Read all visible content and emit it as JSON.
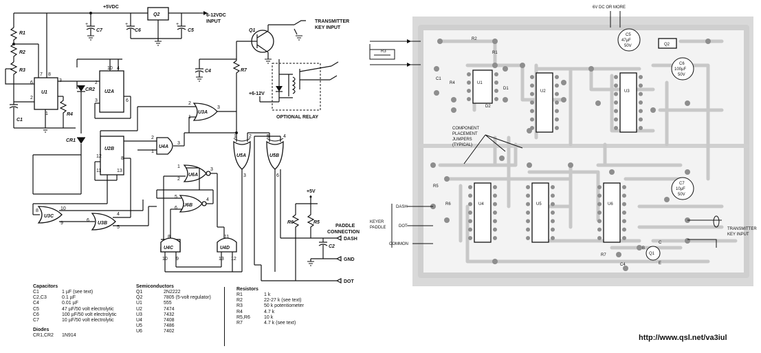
{
  "schematic": {
    "labels": {
      "vcc": "+5VDC",
      "input_line1": "6-12VDC",
      "input_line2": "INPUT",
      "tx_line1": "TRANSMITTER",
      "tx_line2": "KEY INPUT",
      "relay_supply": "+6-12V",
      "optional_relay": "OPTIONAL RELAY",
      "plus5": "+5V",
      "paddle_line1": "PADDLE",
      "paddle_line2": "CONNECTION",
      "dash": "DASH",
      "gnd": "GND",
      "dot": "DOT"
    },
    "refs": {
      "r1": "R1",
      "r2": "R2",
      "r3": "R3",
      "r4": "R4",
      "r5": "R5",
      "r6": "R6",
      "r7": "R7",
      "c1": "C1",
      "c2": "C2",
      "c4": "C4",
      "c5": "C5",
      "c6": "C6",
      "c7": "C7",
      "q1": "Q1",
      "q2": "Q2",
      "cr1": "CR1",
      "cr2": "CR2",
      "u1": "U1",
      "u2a": "U2A",
      "u2b": "U2B",
      "u3a": "U3A",
      "u3b": "U3B",
      "u3c": "U3C",
      "u4a": "U4A",
      "u4c": "U4C",
      "u4d": "U4D",
      "u5a": "U5A",
      "u5b": "U5B",
      "u6a": "U6A",
      "u6b": "U6B"
    },
    "pins": {
      "u1_7": "7",
      "u1_8": "8",
      "u1_3": "3",
      "u1_6": "6",
      "u1_2": "2",
      "u1_1": "1",
      "u2a_10": "10",
      "u2a_4": "4",
      "u2a_2": "2",
      "u2a_3": "3",
      "u2a_6": "6",
      "u3a_2": "2",
      "u3a_1": "1",
      "u3a_3": "3",
      "u2b_12": "12",
      "u2b_11": "11",
      "u2b_8": "8",
      "u2b_13": "13",
      "u4a_2": "2",
      "u4a_1": "1",
      "u4a_3": "3",
      "u5a_1": "1",
      "u5a_2": "2",
      "u5a_3": "3",
      "u5b_5": "5",
      "u5b_4": "4",
      "u5b_6": "6",
      "u6a_1": "1",
      "u6a_2": "2",
      "u6a_3": "3",
      "u6b_5": "5",
      "u6b_6": "6",
      "u6b_4": "4",
      "u3c_8": "8",
      "u3c_10": "10",
      "u3c_9": "9",
      "u3b_6": "6",
      "u3b_4": "4",
      "u3b_5": "5",
      "u4c_10": "10",
      "u4c_9": "9",
      "u4c_8": "8",
      "u4d_11": "11",
      "u4d_13": "13",
      "u4d_12": "12"
    }
  },
  "parts_list": {
    "capacitors": {
      "heading": "Capacitors",
      "items": [
        {
          "ref": "C1",
          "value": "1 µF (see text)"
        },
        {
          "ref": "C2,C3",
          "value": "0.1 µF"
        },
        {
          "ref": "C4",
          "value": "0.01 µF"
        },
        {
          "ref": "C5",
          "value": "47 µF/50 volt electrolytic"
        },
        {
          "ref": "C6",
          "value": "100 µF/50 volt electrolytic"
        },
        {
          "ref": "C7",
          "value": "10 µF/50 volt electrolytic"
        }
      ]
    },
    "diodes": {
      "heading": "Diodes",
      "items": [
        {
          "ref": "CR1,CR2",
          "value": "1N914"
        }
      ]
    },
    "semiconductors": {
      "heading": "Semiconductors",
      "items": [
        {
          "ref": "Q1",
          "value": "2N2222"
        },
        {
          "ref": "Q2",
          "value": "7805 (5-volt regulator)"
        },
        {
          "ref": "U1",
          "value": "555"
        },
        {
          "ref": "U2",
          "value": "7474"
        },
        {
          "ref": "U3",
          "value": "7432"
        },
        {
          "ref": "U4",
          "value": "7408"
        },
        {
          "ref": "U5",
          "value": "7486"
        },
        {
          "ref": "U6",
          "value": "7402"
        }
      ]
    },
    "resistors": {
      "heading": "Resistors",
      "items": [
        {
          "ref": "R1",
          "value": "1 k"
        },
        {
          "ref": "R2",
          "value": "22-27 k (see text)"
        },
        {
          "ref": "R3",
          "value": "50 k potentiometer"
        },
        {
          "ref": "R4",
          "value": "4.7 k"
        },
        {
          "ref": "R5,R6",
          "value": "10 k"
        },
        {
          "ref": "R7",
          "value": "4.7 k (see text)"
        }
      ]
    }
  },
  "pcb": {
    "labels": {
      "supply": "6V DC OR MORE",
      "jumpers_1": "COMPONENT",
      "jumpers_2": "PLACEMENT",
      "jumpers_3": "JUMPERS",
      "jumpers_4": "(TYPICAL)",
      "keyer_1": "KEYER",
      "keyer_2": "PADDLE",
      "dash": "DASH",
      "dot": "DOT",
      "common": "COMMON",
      "tx_1": "TRANSMITTER",
      "tx_2": "KEY INPUT"
    },
    "refs": {
      "r1": "R1",
      "r2": "R2",
      "r3": "R3",
      "r4": "R4",
      "r5": "R5",
      "r6": "R6",
      "r7": "R7",
      "c1": "C1",
      "c4": "C4",
      "d1": "D1",
      "d2": "D2",
      "u1": "U1",
      "u2": "U2",
      "u3": "U3",
      "u4": "U4",
      "u5": "U5",
      "u6": "U6",
      "q1": "Q1",
      "q2": "Q2"
    },
    "c5": {
      "ref": "C5",
      "value": "47µF",
      "rating": "50V"
    },
    "c6": {
      "ref": "C6",
      "value": "100µF",
      "rating": "50V"
    },
    "c7": {
      "ref": "C7",
      "value": "10µF",
      "rating": "50V"
    },
    "q1_pins": {
      "b": "B",
      "c": "C",
      "e": "E"
    }
  },
  "footer": {
    "url": "http://www.qsl.net/va3iul"
  }
}
